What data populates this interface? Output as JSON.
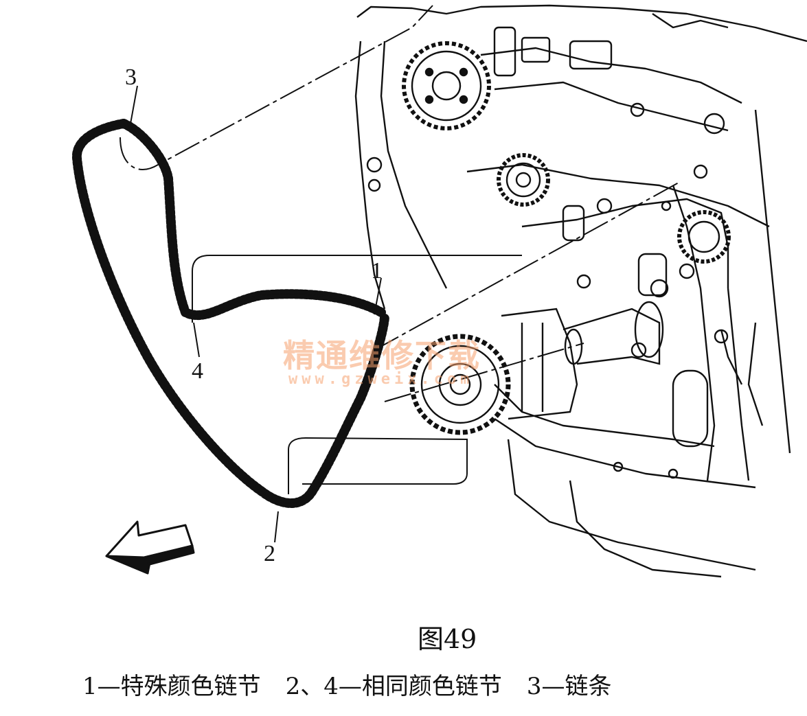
{
  "labels": {
    "l1": "1",
    "l2": "2",
    "l3": "3",
    "l4": "4"
  },
  "figure_title": "图49",
  "caption": {
    "item1": "1—特殊颜色链节",
    "item2": "2、4—相同颜色链节",
    "item3": "3—链条"
  },
  "watermark": {
    "text": "精通维修下载",
    "url": "www.gzweix.com"
  },
  "colors": {
    "line": "#111111",
    "background": "#ffffff",
    "watermark": "#f5a06e"
  }
}
